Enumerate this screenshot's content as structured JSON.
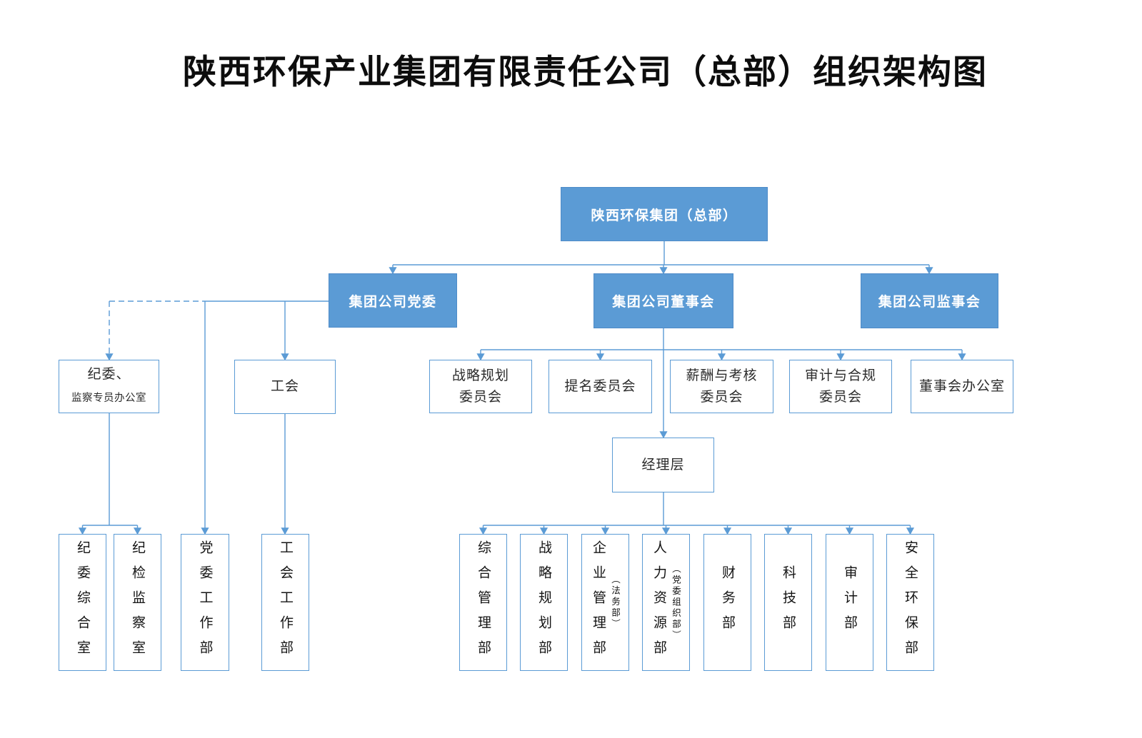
{
  "title": "陕西环保产业集团有限责任公司（总部）组织架构图",
  "colors": {
    "accent_blue": "#5B9BD5",
    "blue_box_text": "#FFFFFF",
    "line_blue": "#5B9BD5",
    "title_text": "#0D0D0D"
  },
  "org": {
    "root": {
      "label": "陕西环保集团（总部）"
    },
    "level2": {
      "party": {
        "label": "集团公司党委"
      },
      "board": {
        "label": "集团公司董事会"
      },
      "supervisory": {
        "label": "集团公司监事会"
      }
    },
    "committees": [
      {
        "line1": "战略规划",
        "line2": "委员会"
      },
      {
        "line1": "提名委员会",
        "line2": ""
      },
      {
        "line1": "薪酬与考核",
        "line2": "委员会"
      },
      {
        "line1": "审计与合规",
        "line2": "委员会"
      },
      {
        "line1": "董事会办公室",
        "line2": ""
      }
    ],
    "management": {
      "label": "经理层"
    },
    "departments": [
      {
        "label": "综合管理部",
        "annotation": ""
      },
      {
        "label": "战略规划部",
        "annotation": ""
      },
      {
        "label": "企业管理部",
        "annotation": "（法务部）"
      },
      {
        "label": "人力资源部",
        "annotation": "（党委组织部）"
      },
      {
        "label": "财务部",
        "annotation": ""
      },
      {
        "label": "科技部",
        "annotation": ""
      },
      {
        "label": "审计部",
        "annotation": ""
      },
      {
        "label": "安全环保部",
        "annotation": ""
      }
    ],
    "party_side": {
      "discipline": {
        "line1": "纪委、",
        "line2": "监察专员办公室"
      },
      "union": {
        "label": "工会"
      },
      "discipline_children": [
        {
          "label": "纪委综合室"
        },
        {
          "label": "纪检监察室"
        }
      ],
      "party_dept": {
        "label": "党委工作部"
      },
      "union_dept": {
        "label": "工会工作部"
      }
    }
  }
}
